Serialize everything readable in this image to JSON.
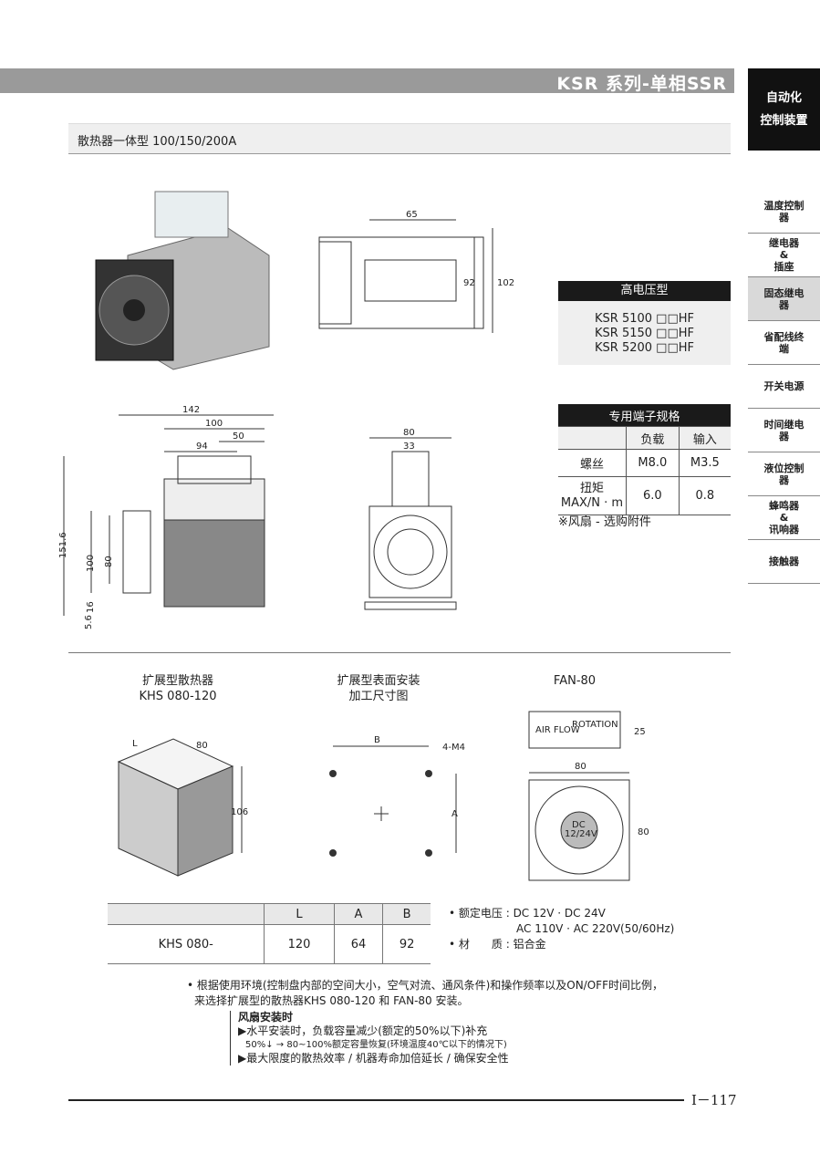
{
  "header": {
    "title": "KSR 系列-单相SSR",
    "category": [
      "自动化",
      "控制装置"
    ]
  },
  "subheader": "散热器一体型 100/150/200A",
  "nav": [
    {
      "label": "温度控制\n器",
      "active": false
    },
    {
      "label": "继电器\n&\n插座",
      "active": false
    },
    {
      "label": "固态继电\n器",
      "active": true
    },
    {
      "label": "省配线终\n端",
      "active": false
    },
    {
      "label": "开关电源",
      "active": false
    },
    {
      "label": "时间继电\n器",
      "active": false
    },
    {
      "label": "液位控制\n器",
      "active": false
    },
    {
      "label": "蜂鸣器\n&\n讯响器",
      "active": false
    },
    {
      "label": "接触器",
      "active": false
    }
  ],
  "spec": {
    "title": "高电压型",
    "models": [
      "KSR 5100 □□HF",
      "KSR 5150 □□HF",
      "KSR 5200 □□HF"
    ]
  },
  "terminal": {
    "title": "专用端子规格",
    "cols": [
      "负载",
      "输入"
    ],
    "rows": [
      {
        "label": "螺丝",
        "values": [
          "M8.0",
          "M3.5"
        ]
      },
      {
        "label": "扭矩\nMAX/N · m",
        "values": [
          "6.0",
          "0.8"
        ]
      }
    ],
    "note": "※风扇 - 选购附件"
  },
  "dims": {
    "top_65": "65",
    "top_92": "92",
    "top_102": "102",
    "front_142": "142",
    "front_100": "100",
    "front_94": "94",
    "front_50": "50",
    "side_151": "151.6",
    "side_100": "100",
    "side_80": "80",
    "side_16": "16",
    "side_5": "5.6",
    "end_80": "80",
    "end_33": "33"
  },
  "lower": {
    "cap1": [
      "扩展型散热器",
      "KHS 080-120"
    ],
    "cap2": [
      "扩展型表面安装",
      "加工尺寸图"
    ],
    "cap3": "FAN-80",
    "hs_L": "L",
    "hs_80": "80",
    "hs_106": "106",
    "mt_B": "B",
    "mt_A": "A",
    "mt_M4": "4-M4",
    "fan_air": "AIR\nFLOW",
    "fan_rot": "ROTATION",
    "fan_25": "25",
    "fan_80w": "80",
    "fan_80h": "80",
    "fan_dc": "DC",
    "fan_v": "12/24V"
  },
  "khs_table": {
    "headers": [
      "",
      "L",
      "A",
      "B"
    ],
    "row": [
      "KHS 080-",
      "120",
      "64",
      "92"
    ]
  },
  "fan_spec": [
    "• 额定电压 : DC 12V · DC 24V",
    "AC 110V · AC 220V(50/60Hz)",
    "• 材　　质 : 铝合金"
  ],
  "notes": {
    "main": [
      "• 根据使用环境(控制盘内部的空间大小，空气对流、通风条件)和操作频率以及ON/OFF时间比例，",
      "来选择扩展型的散热器KHS 080-120 和 FAN-80 安装。"
    ],
    "fan_title": "风扇安装时",
    "fan_lines": [
      "▶水平安装时，负载容量减少(额定的50%以下)补充",
      "50%↓ → 80~100%额定容量恢复(环境温度40℃以下的情况下)",
      "▶最大限度的散热效率 / 机器寿命加倍延长 / 确保安全性"
    ]
  },
  "footer": {
    "page": "I－117"
  }
}
